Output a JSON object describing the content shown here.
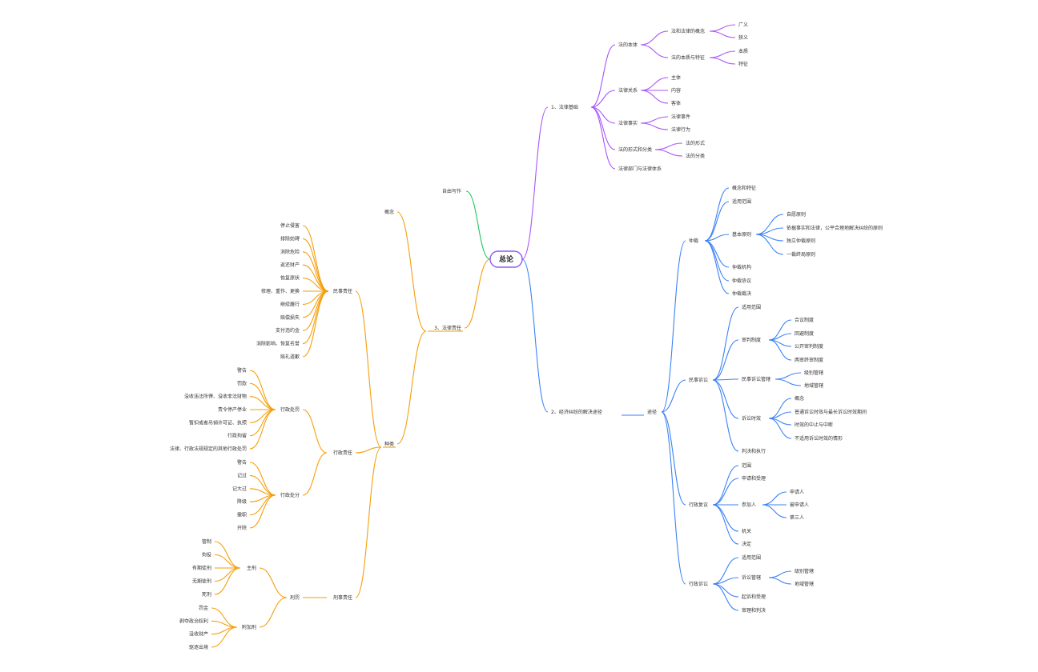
{
  "colors": {
    "root_border": "#8b5cf6",
    "branch_law_basics": "#a855f7",
    "branch_dispute": "#3b82f6",
    "branch_liability": "#f59e0b",
    "branch_selftest": "#22c55e",
    "text": "#333333"
  },
  "mindmap": {
    "root": "总论",
    "law_basics": {
      "label": "1、法律基础",
      "children": [
        {
          "label": "法的本体",
          "children": [
            "法和法律的概念",
            "法的本质与特征"
          ]
        },
        {
          "label": "法律关系",
          "children": [
            "主体",
            "内容",
            "客体"
          ]
        },
        {
          "label": "法律事实",
          "children": [
            "法律事件",
            "法律行为"
          ]
        },
        {
          "label": "法的形式和分类",
          "children": [
            "法的形式",
            "法的分类"
          ]
        },
        {
          "label": "法律部门与法律体系",
          "children": []
        }
      ],
      "grandchildren": {
        "concept": [
          "广义",
          "狭义"
        ],
        "essence": [
          "本质",
          "特征"
        ]
      }
    },
    "dispute": {
      "label": "2、经济纠纷的解决途径",
      "hub": "途径",
      "arbitration": {
        "label": "仲裁",
        "items": [
          "概念和特征",
          "适用范围",
          "基本原则",
          "仲裁机构",
          "仲裁协议",
          "仲裁裁决"
        ],
        "principles": [
          "自愿原则",
          "依据事实和法律，公平合理地解决纠纷的原则",
          "独立仲裁原则",
          "一裁终局原则"
        ]
      },
      "civil": {
        "label": "民事诉讼",
        "items": [
          "适用范围",
          "审判制度",
          "民事诉讼管辖",
          "诉讼时效",
          "判决和执行"
        ],
        "trial": [
          "合议制度",
          "回避制度",
          "公开审判制度",
          "两审终审制度"
        ],
        "jurisdiction": [
          "级别管辖",
          "地域管辖"
        ],
        "limitation": [
          "概念",
          "普通诉讼时效与最长诉讼时效期间",
          "时效的中止与中断",
          "不适用诉讼时效的情形"
        ]
      },
      "review": {
        "label": "行政复议",
        "items": [
          "范围",
          "申请和受理",
          "参加人",
          "机关",
          "决定"
        ],
        "participants": [
          "申请人",
          "被申请人",
          "第三人"
        ]
      },
      "admin_lit": {
        "label": "行政诉讼",
        "items": [
          "适用范围",
          "诉讼管辖",
          "起诉和受理",
          "审理和判决"
        ],
        "jurisdiction": [
          "级别管辖",
          "地域管辖"
        ]
      }
    },
    "selftest": {
      "label": "自由写作"
    },
    "liability": {
      "label": "3、法律责任",
      "hubs": [
        "概念",
        "种类"
      ],
      "civil": {
        "label": "民事责任",
        "items": [
          "停止侵害",
          "排除妨碍",
          "消除危险",
          "返还财产",
          "恢复原状",
          "修理、重作、更换",
          "继续履行",
          "赔偿损失",
          "支付违约金",
          "消除影响、恢复名誉",
          "赔礼道歉"
        ]
      },
      "admin": {
        "label": "行政责任",
        "sanction": {
          "label": "行政处罚",
          "items": [
            "警告",
            "罚款",
            "没收违法所得、没收非法财物",
            "责令停产停业",
            "暂扣或者吊销许可证、执照",
            "行政拘留",
            "法律、行政法规规定的其他行政处罚"
          ]
        },
        "discipline": {
          "label": "行政处分",
          "items": [
            "警告",
            "记过",
            "记大过",
            "降级",
            "撤职",
            "开除"
          ]
        }
      },
      "criminal": {
        "label": "刑事责任",
        "hub": "刑罚",
        "main": {
          "label": "主刑",
          "items": [
            "管制",
            "拘役",
            "有期徒刑",
            "无期徒刑",
            "死刑"
          ]
        },
        "extra": {
          "label": "附加刑",
          "items": [
            "罚金",
            "剥夺政治权利",
            "没收财产",
            "驱逐出境"
          ]
        }
      }
    }
  }
}
